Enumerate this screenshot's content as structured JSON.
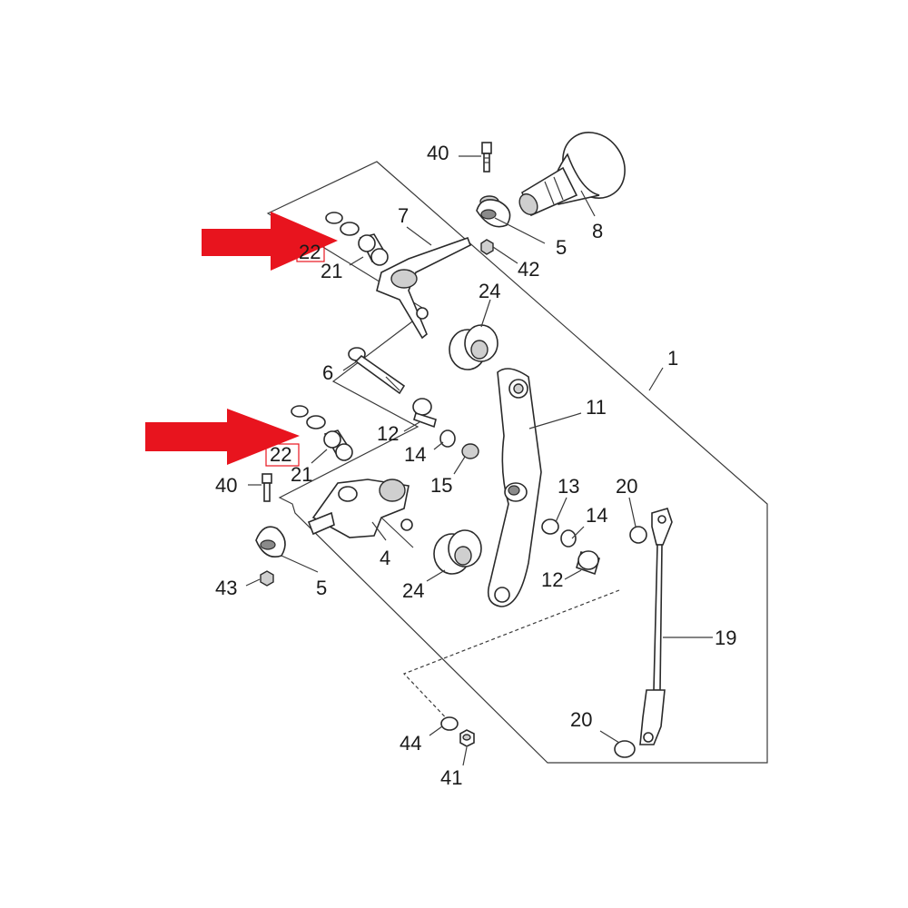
{
  "diagram": {
    "accent_color": "#e8141e",
    "callouts": [
      {
        "id": "c40a",
        "text": "40"
      },
      {
        "id": "c8",
        "text": "8"
      },
      {
        "id": "c5a",
        "text": "5"
      },
      {
        "id": "c42",
        "text": "42"
      },
      {
        "id": "c7",
        "text": "7"
      },
      {
        "id": "c22a",
        "text": "22"
      },
      {
        "id": "c21a",
        "text": "21"
      },
      {
        "id": "c24a",
        "text": "24"
      },
      {
        "id": "c1",
        "text": "1"
      },
      {
        "id": "c6",
        "text": "6"
      },
      {
        "id": "c11",
        "text": "11"
      },
      {
        "id": "c12a",
        "text": "12"
      },
      {
        "id": "c14a",
        "text": "14"
      },
      {
        "id": "c15",
        "text": "15"
      },
      {
        "id": "c22b",
        "text": "22"
      },
      {
        "id": "c21b",
        "text": "21"
      },
      {
        "id": "c40b",
        "text": "40"
      },
      {
        "id": "c13",
        "text": "13"
      },
      {
        "id": "c20a",
        "text": "20"
      },
      {
        "id": "c14b",
        "text": "14"
      },
      {
        "id": "c4",
        "text": "4"
      },
      {
        "id": "c43",
        "text": "43"
      },
      {
        "id": "c5b",
        "text": "5"
      },
      {
        "id": "c24b",
        "text": "24"
      },
      {
        "id": "c12b",
        "text": "12"
      },
      {
        "id": "c19",
        "text": "19"
      },
      {
        "id": "c20b",
        "text": "20"
      },
      {
        "id": "c44",
        "text": "44"
      },
      {
        "id": "c41",
        "text": "41"
      }
    ],
    "highlight_arrows": [
      {
        "id": "arrow-top",
        "points_to": "22"
      },
      {
        "id": "arrow-bottom",
        "points_to": "22"
      }
    ]
  }
}
